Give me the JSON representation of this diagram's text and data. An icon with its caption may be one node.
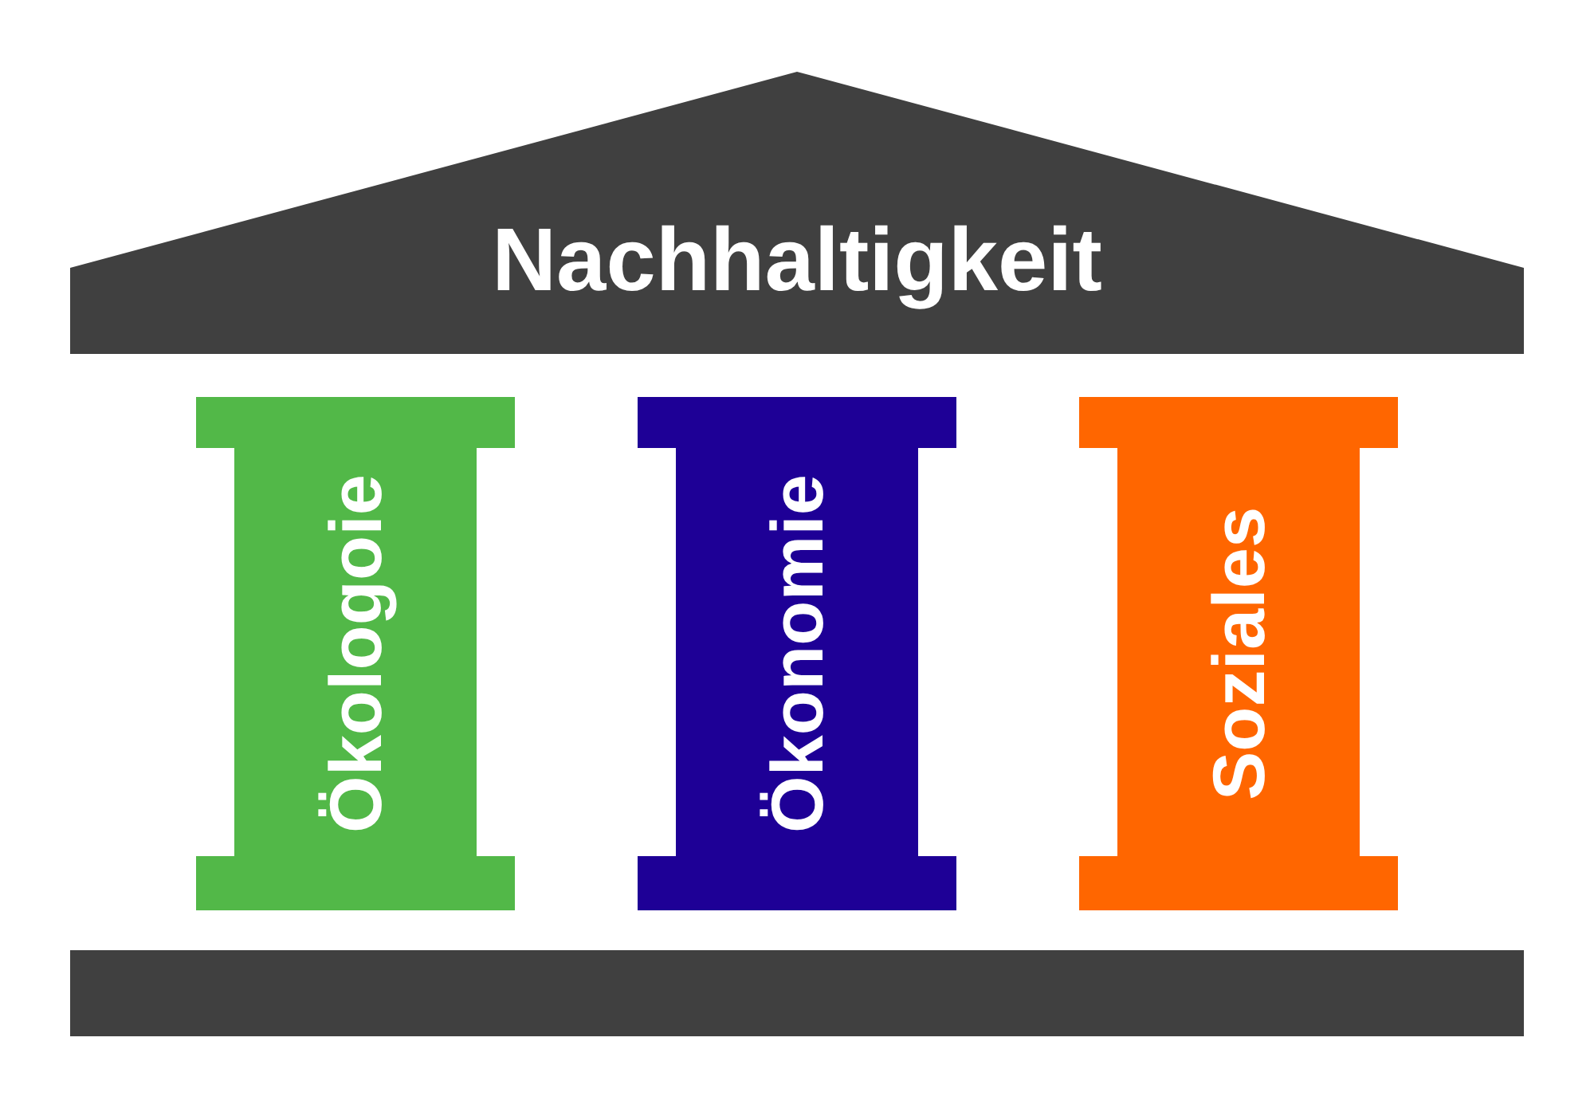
{
  "diagram": {
    "nodes": [
      {
        "text": [
          "Nachhaltigkeit"
        ]
      },
      {
        "text": [
          "Ökologoie"
        ]
      },
      {
        "text": [
          "Ökonomie"
        ]
      },
      {
        "text": [
          "Soziales"
        ]
      },
      {
        "text": [],
        "shape": "bar"
      }
    ]
  }
}
